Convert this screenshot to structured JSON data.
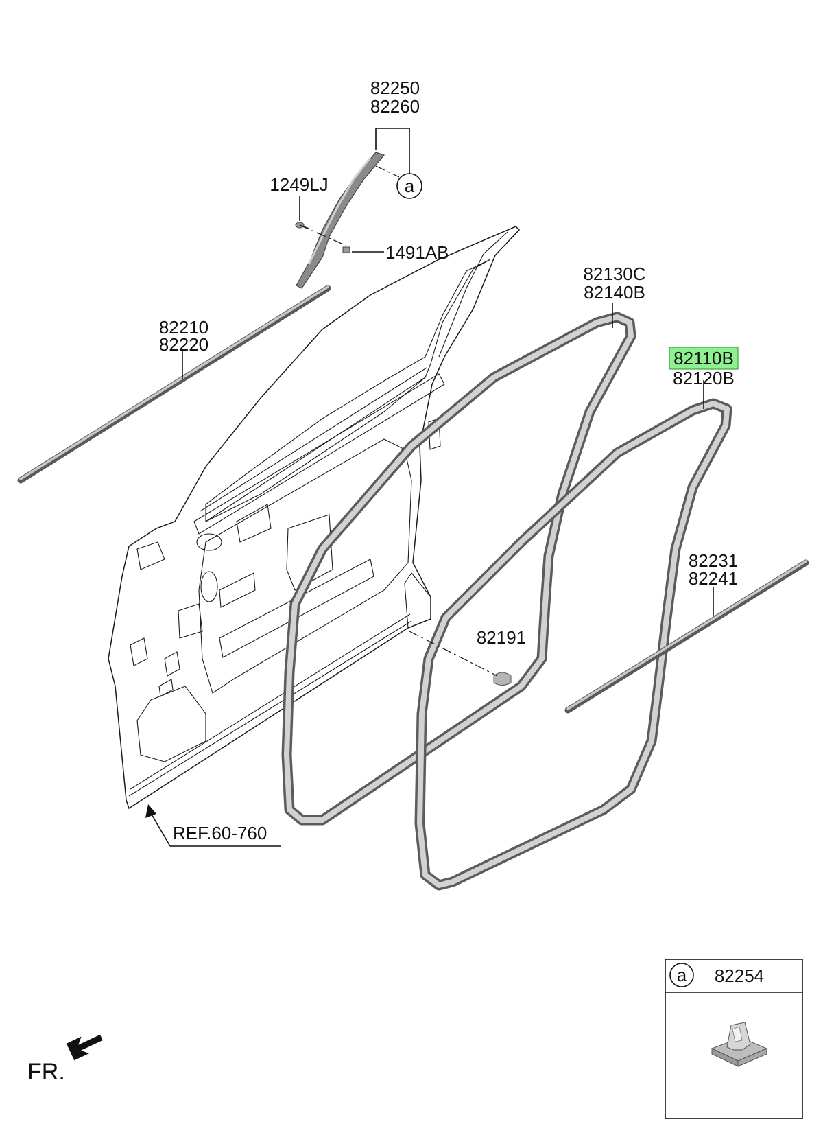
{
  "labels": {
    "part_82250": "82250",
    "part_82260": "82260",
    "part_1249LJ": "1249LJ",
    "part_1491AB": "1491AB",
    "part_82210": "82210",
    "part_82220": "82220",
    "part_82130C": "82130C",
    "part_82140B": "82140B",
    "part_82110B": "82110B",
    "part_82120B": "82120B",
    "part_82231": "82231",
    "part_82241": "82241",
    "part_82191": "82191",
    "ref": "REF.60-760",
    "fr": "FR.",
    "callout_a": "a"
  },
  "inset": {
    "callout": "a",
    "part": "82254"
  },
  "highlight_color": "#8ff08f"
}
